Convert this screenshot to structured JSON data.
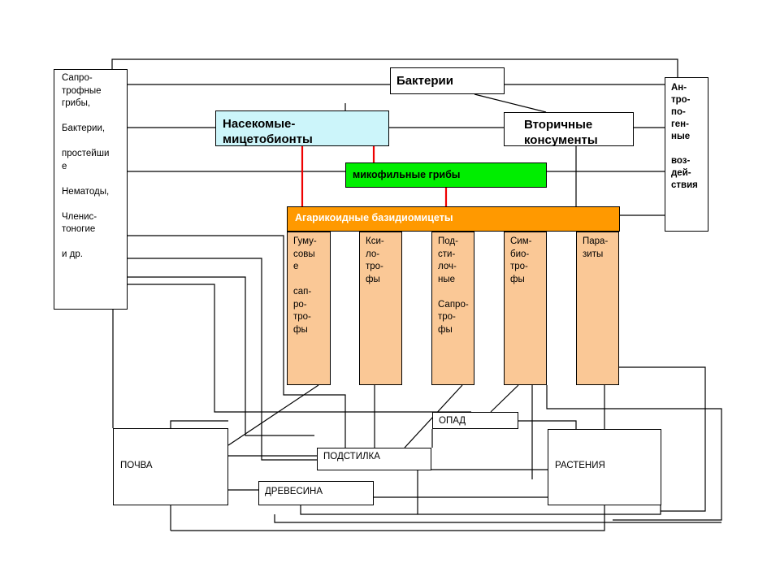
{
  "nodes": {
    "saprotrophs": "Сапро-\nтрофные\nгрибы,\n\nБактерии,\n\nпростейши\nе\n\nНематоды,\n\nЧленис-\nтоногие\n\nи др.",
    "bacteria": "Бактерии",
    "insects": "Насекомые-\nмицетобионты",
    "secondary": "Вторичные\nконсументы",
    "anthropogenic": "Ан-\nтро-\nпо-\nген-\nные\n\nвоз-\nдей-\nствия",
    "mycophilic": "микофильные грибы",
    "agaricoid": "Агарикоидные базидиомицеты",
    "litter": "ОПАД",
    "bedding": "ПОДСТИЛКА",
    "wood": "ДРЕВЕСИНА",
    "soil": "ПОЧВА",
    "plants": "РАСТЕНИЯ"
  },
  "groups": [
    "Гуму-\nсовы\nе\n\nсап-\nро-\nтро-\nфы",
    "Кси-\nло-\nтро-\nфы",
    "Под-\nсти-\nлоч-\nные\n\nСапро-\nтро-\nфы",
    "Сим-\nбио-\nтро-\nфы",
    "Пара-\nзиты"
  ],
  "colors": {
    "insects_fill": "#ccf5fa",
    "mycophilic_fill": "#00ee00",
    "agaricoid_fill": "#ff9900",
    "groups_fill": "#fac896",
    "red_links": "#ee0000"
  }
}
